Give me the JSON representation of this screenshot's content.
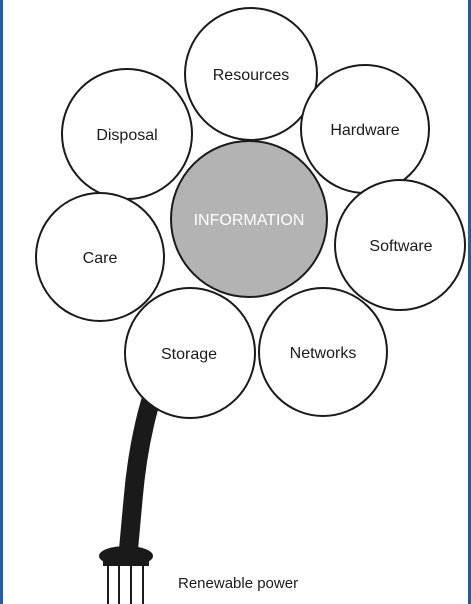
{
  "diagram": {
    "center": {
      "label": "INFORMATION"
    },
    "petals": [
      {
        "label": "Resources"
      },
      {
        "label": "Disposal"
      },
      {
        "label": "Hardware"
      },
      {
        "label": "Care"
      },
      {
        "label": "Software"
      },
      {
        "label": "Storage"
      },
      {
        "label": "Networks"
      }
    ],
    "caption": "Renewable power"
  },
  "colors": {
    "frame": "#1f5fa8",
    "center_fill": "#b3b3b3",
    "stroke": "#1a1a1a",
    "stem": "#1a1a1a"
  }
}
